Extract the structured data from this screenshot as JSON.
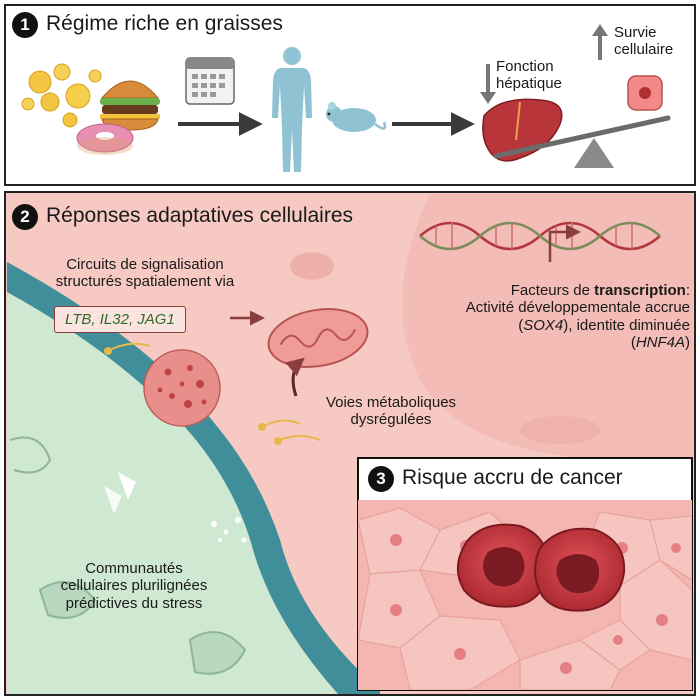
{
  "panel1": {
    "number": "1",
    "title": "Régime riche en graisses",
    "liver_function": {
      "line1": "Fonction",
      "line2": "hépatique"
    },
    "cell_survival": {
      "line1": "Survie",
      "line2": "cellulaire"
    }
  },
  "panel2": {
    "number": "2",
    "title": "Réponses adaptatives cellulaires",
    "signaling": {
      "line1": "Circuits de signalisation",
      "line2": "structurés spatialement via"
    },
    "genes": {
      "g1": "LTB",
      "sep1": ", ",
      "g2": "IL32",
      "sep2": ", ",
      "g3": "JAG1"
    },
    "transcription": {
      "prefix": "Facteurs de ",
      "bold": "transcription",
      "suffix": ":",
      "line2": "Activité développementale accrue",
      "line3_open": "(",
      "line3_gene": "SOX4",
      "line3_close": "), identite diminuée",
      "line4_open": "(",
      "line4_gene": "HNF4A",
      "line4_close": ")"
    },
    "metabolic": {
      "line1": "Voies métaboliques",
      "line2": "dysrégulées"
    },
    "communities": {
      "line1": "Communautés",
      "line2": "cellulaires plurilignées",
      "line3": "prédictives du stress"
    }
  },
  "panel3": {
    "number": "3",
    "title": "Risque accru de cancer"
  },
  "colors": {
    "pink_bg": "#f6c9c2",
    "green_bg": "#cfe8d2",
    "teal_band": "#3f8e9a",
    "liver": "#b8353a",
    "human": "#8fc3d3",
    "rat": "#8fc3d3",
    "arrow": "#3a3a3a",
    "gene_text": "#2f6b27"
  }
}
